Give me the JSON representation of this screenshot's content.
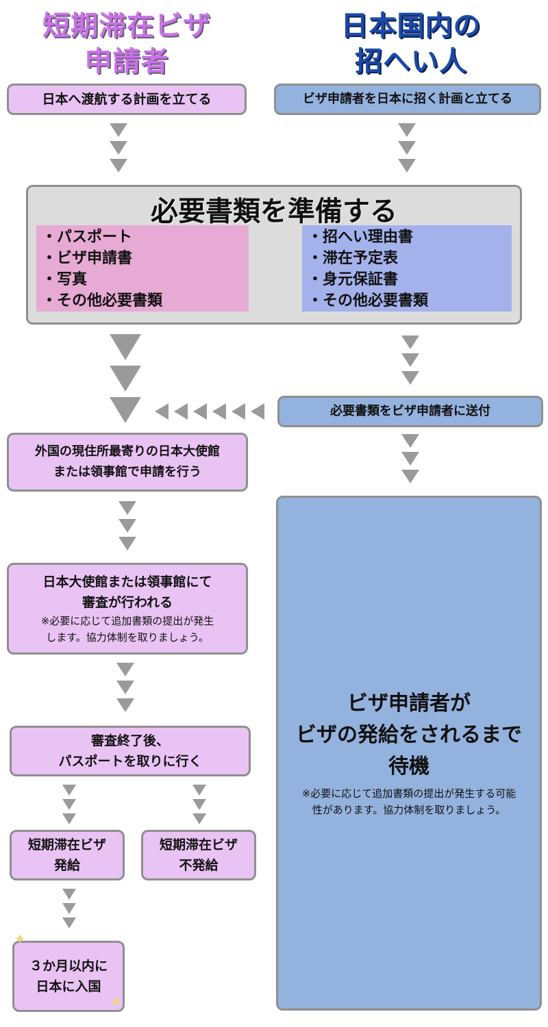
{
  "headers": {
    "left": [
      "短期滞在ビザ",
      "申請者"
    ],
    "right": [
      "日本国内の",
      "招へい人"
    ]
  },
  "steps": {
    "applicant_plan": "日本へ渡航する計画を立てる",
    "inviter_plan": "ビザ申請者を日本に招く計画と立てる",
    "prepare_title": "必要書類を準備する",
    "applicant_docs": [
      "パスポート",
      "ビザ申請書",
      "写真",
      "その他必要書類"
    ],
    "inviter_docs": [
      "招へい理由書",
      "滞在予定表",
      "身元保証書",
      "その他必要書類"
    ],
    "send_docs": "必要書類をビザ申請者に送付",
    "apply": [
      "外国の現住所最寄りの日本大使館",
      "または領事館で申請を行う"
    ],
    "review": [
      "日本大使館または領事館にて",
      "審査が行われる"
    ],
    "review_note": [
      "※必要に応じて追加書類の提出が発生",
      "します。協力体制を取りましょう。"
    ],
    "wait": [
      "ビザ申請者が",
      "ビザの発給をされるまで",
      "待機"
    ],
    "wait_note": [
      "※必要に応じて追加書類の提出が発生する可能",
      "性があります。協力体制を取りましょう。"
    ],
    "pickup": [
      "審査終了後、",
      "パスポートを取りに行く"
    ],
    "issued": [
      "短期滞在ビザ",
      "発給"
    ],
    "not_issued": [
      "短期滞在ビザ",
      "不発給"
    ],
    "entry": [
      "３か月以内に",
      "日本に入国"
    ]
  },
  "colors": {
    "applicant": "#e9c3f3",
    "inviter": "#94b2de",
    "prepare": "#dcdcdc",
    "arrow": "#9a9a9a"
  }
}
